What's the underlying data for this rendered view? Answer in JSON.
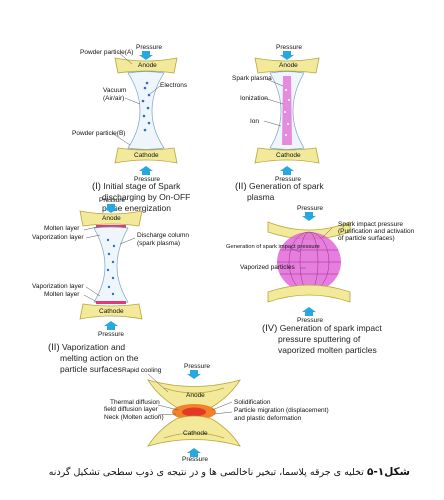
{
  "panels": {
    "p1": {
      "pressure_top": "Pressure",
      "anode": "Anode",
      "cathode": "Cathode",
      "pressure_bottom": "Pressure",
      "powder_a": "Powder particle(A)",
      "vacuum_1": "Vacuum",
      "vacuum_2": "(Air/air)",
      "electrons": "Electrons",
      "powder_b": "Powder particle(B)",
      "caption_num": "(I)",
      "caption_1": "Initial stage of Spark",
      "caption_2": "discharging by On-OFF",
      "caption_3": "pulse energization"
    },
    "p2": {
      "pressure_top": "Pressure",
      "anode": "Anode",
      "cathode": "Cathode",
      "pressure_bottom": "Pressure",
      "spark_plasma": "Spark plasma",
      "ionization": "Ionization",
      "ion": "Ion",
      "caption_num": "(II)",
      "caption_1": "Generation of spark",
      "caption_2": "plasma"
    },
    "p3": {
      "pressure_top": "Pressure",
      "anode": "Anode",
      "cathode": "Cathode",
      "pressure_bottom": "Pressure",
      "molten_layer_top": "Molten layer",
      "vaporization_layer_top": "Vaporization layer",
      "discharge_1": "Discharge column",
      "discharge_2": "(spark plasma)",
      "vaporization_layer_bottom": "Vaporization layer",
      "molten_layer_bottom": "Molten layer",
      "caption_num": "(II)",
      "caption_1": "Vaporization and",
      "caption_2": "melting action on the",
      "caption_3": "particle surfaces"
    },
    "p4": {
      "pressure_top": "Pressure",
      "pressure_bottom": "Pressure",
      "generation": "Generation of spark impact pressure",
      "vaporized": "Vaporized particles",
      "impact_1": "Spark impact pressure",
      "impact_2": "(Purification and activation",
      "impact_3": "of particle surfaces)",
      "caption_num": "(IV)",
      "caption_1": "Generation of spark impact",
      "caption_2": "pressure sputtering of",
      "caption_3": "vaporized molten particles"
    },
    "p5": {
      "rapid_cooling": "Rapid cooling",
      "pressure_top": "Pressure",
      "anode": "Anode",
      "cathode": "Cathode",
      "pressure_bottom": "Pressure",
      "thermal_1": "Thermal diffusion",
      "thermal_2": "field diffusion layer",
      "neck": "Neck (Molten action)",
      "solidification": "Solidification",
      "migration_1": "Particle migration (displacement)",
      "migration_2": "and plastic deformation"
    }
  },
  "footer": {
    "fig_label": "شکل۱-۵",
    "caption": "تخلیه ی جرقه پلاسما، تبخیر ناخالصی ها و در نتیجه ی ذوب سطحی تشکیل گردنه"
  },
  "colors": {
    "electrode": "#f2ea9a",
    "electrode_edge": "#b9a53a",
    "pressure_arrow": "#29a8df",
    "plasma": "#e067d6",
    "molten": "#e2387b",
    "neck_glow": "#f3812c"
  }
}
